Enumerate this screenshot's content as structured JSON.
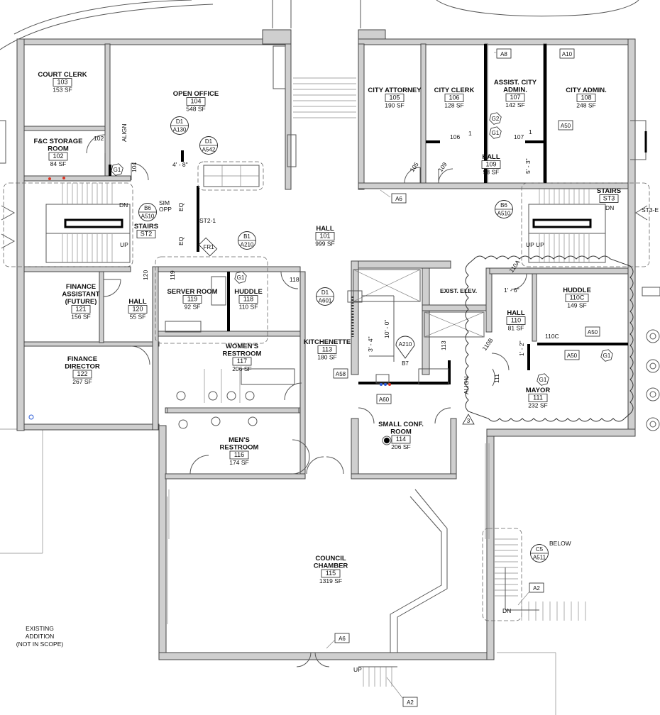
{
  "rooms": [
    {
      "name": [
        "COURT CLERK"
      ],
      "number": "103",
      "area": "153 SF"
    },
    {
      "name": [
        "OPEN OFFICE"
      ],
      "number": "104",
      "area": "548 SF"
    },
    {
      "name": [
        "F&C STORAGE",
        "ROOM"
      ],
      "number": "102",
      "area": "84 SF"
    },
    {
      "name": [
        "CITY ATTORNEY"
      ],
      "number": "105",
      "area": "190 SF"
    },
    {
      "name": [
        "CITY CLERK"
      ],
      "number": "106",
      "area": "128 SF"
    },
    {
      "name": [
        "ASSIST. CITY",
        "ADMIN."
      ],
      "number": "107",
      "area": "142 SF"
    },
    {
      "name": [
        "CITY ADMIN."
      ],
      "number": "108",
      "area": "248 SF"
    },
    {
      "name": [
        "HALL"
      ],
      "number": "109",
      "area": "98 SF"
    },
    {
      "name": [
        "HALL"
      ],
      "number": "101",
      "area": "999 SF"
    },
    {
      "name": [
        "STAIRS"
      ],
      "number": "ST2",
      "area": ""
    },
    {
      "name": [
        "STAIRS"
      ],
      "number": "ST3",
      "area": ""
    },
    {
      "name": [
        "FINANCE",
        "ASSISTANT",
        "(FUTURE)"
      ],
      "number": "121",
      "area": "156 SF"
    },
    {
      "name": [
        "HALL"
      ],
      "number": "120",
      "area": "55 SF"
    },
    {
      "name": [
        "SERVER ROOM"
      ],
      "number": "119",
      "area": "92 SF"
    },
    {
      "name": [
        "HUDDLE"
      ],
      "number": "118",
      "area": "110 SF"
    },
    {
      "name": [
        "KITCHENETTE"
      ],
      "number": "113",
      "area": "180 SF"
    },
    {
      "name": [
        "HUDDLE"
      ],
      "number": "110C",
      "area": "149 SF"
    },
    {
      "name": [
        "HALL"
      ],
      "number": "110",
      "area": "81 SF"
    },
    {
      "name": [
        "FINANCE",
        "DIRECTOR"
      ],
      "number": "122",
      "area": "267 SF"
    },
    {
      "name": [
        "WOMEN'S",
        "RESTROOM"
      ],
      "number": "117",
      "area": "206 SF"
    },
    {
      "name": [
        "MAYOR"
      ],
      "number": "111",
      "area": "232 SF"
    },
    {
      "name": [
        "MEN'S",
        "RESTROOM"
      ],
      "number": "116",
      "area": "174 SF"
    },
    {
      "name": [
        "SMALL CONF.",
        "ROOM"
      ],
      "number": "114",
      "area": "206 SF"
    },
    {
      "name": [
        "COUNCIL",
        "CHAMBER"
      ],
      "number": "115",
      "area": "1319 SF"
    }
  ],
  "labels": {
    "exist_elev": "EXIST. ELEV.",
    "existing_addition": [
      "EXISTING",
      "ADDITION",
      "(NOT IN SCOPE)"
    ],
    "below": "BELOW",
    "align": "ALIGN",
    "dn": "DN",
    "up": "UP",
    "up_up": "UP UP",
    "sim": "SIM",
    "opp": "OPP",
    "eq": "EQ",
    "st2_1": "ST2-1",
    "st3_e": "ST3-E",
    "fr1": "FR1",
    "three": "3"
  },
  "dimensions": [
    "4' - 8\"",
    "5' - 3\"",
    "10' - 0\"",
    "3' - 4\"",
    "1' - 6\"",
    "1' - 2\""
  ],
  "door_tags": [
    "102",
    "104",
    "105",
    "109",
    "106",
    "107",
    "118",
    "120",
    "119",
    "110A",
    "110B",
    "110C",
    "111",
    "113",
    "1",
    "1"
  ],
  "section_callouts": [
    {
      "top": "D1",
      "bottom": "A130"
    },
    {
      "top": "D1",
      "bottom": "A542"
    },
    {
      "top": "B6",
      "bottom": "A510"
    },
    {
      "top": "B1",
      "bottom": "A210"
    },
    {
      "top": "D1",
      "bottom": "A601"
    },
    {
      "top": "B6",
      "bottom": "A510"
    },
    {
      "top": "C5",
      "bottom": "A511"
    }
  ],
  "elevation_callout": {
    "number": "A210",
    "sheet": "B7"
  },
  "box_tags": [
    "A8",
    "A10",
    "A50",
    "A6",
    "A50",
    "A50",
    "A58",
    "A60",
    "A2",
    "A6",
    "A2"
  ],
  "hex_tags": [
    "G1",
    "G1",
    "G2",
    "G1",
    "G1",
    "G1"
  ]
}
